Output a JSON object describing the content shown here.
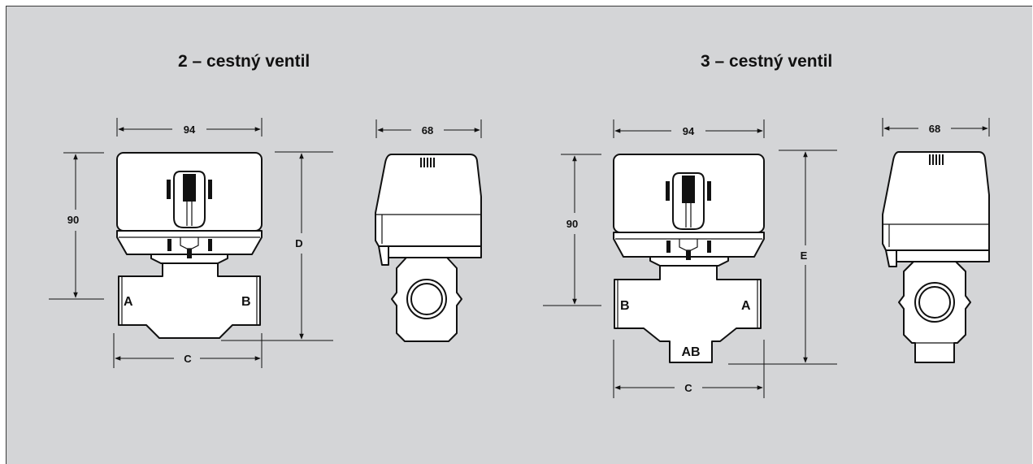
{
  "titles": {
    "two_way": "2 – cestný ventil",
    "three_way": "3 – cestný ventil"
  },
  "two_way": {
    "front": {
      "width": "94",
      "height": "90",
      "width_port": "C",
      "total_height": "D",
      "port_left": "A",
      "port_right": "B"
    },
    "side": {
      "width": "68"
    }
  },
  "three_way": {
    "front": {
      "width": "94",
      "height": "90",
      "width_port": "C",
      "total_height": "E",
      "port_left": "B",
      "port_right": "A",
      "port_bottom": "AB"
    },
    "side": {
      "width": "68"
    }
  },
  "colors": {
    "background": "#d4d5d7",
    "outline": "#111111",
    "fill": "#ffffff"
  }
}
